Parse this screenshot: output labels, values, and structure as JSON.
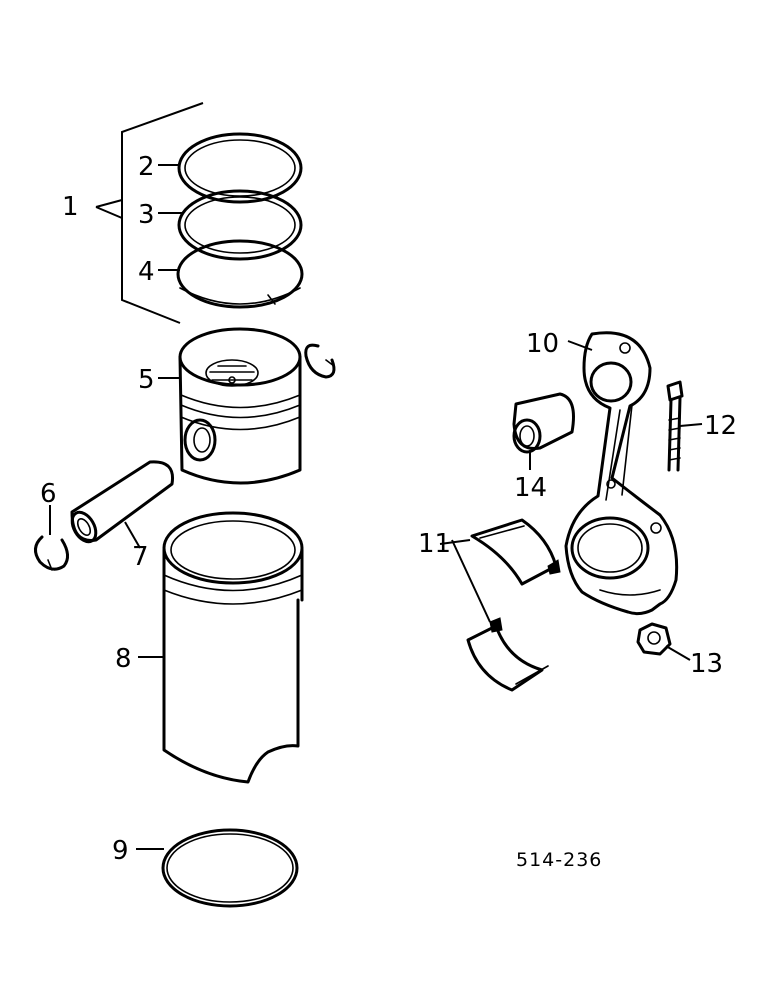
{
  "diagram": {
    "drawing_number": "514-236",
    "callouts": [
      {
        "id": "callout-1",
        "text": "1"
      },
      {
        "id": "callout-2",
        "text": "2"
      },
      {
        "id": "callout-3",
        "text": "3"
      },
      {
        "id": "callout-4",
        "text": "4"
      },
      {
        "id": "callout-5",
        "text": "5"
      },
      {
        "id": "callout-6",
        "text": "6"
      },
      {
        "id": "callout-7",
        "text": "7"
      },
      {
        "id": "callout-8",
        "text": "8"
      },
      {
        "id": "callout-9",
        "text": "9"
      },
      {
        "id": "callout-10",
        "text": "10"
      },
      {
        "id": "callout-11",
        "text": "11"
      },
      {
        "id": "callout-12",
        "text": "12"
      },
      {
        "id": "callout-13",
        "text": "13"
      },
      {
        "id": "callout-14",
        "text": "14"
      }
    ]
  }
}
